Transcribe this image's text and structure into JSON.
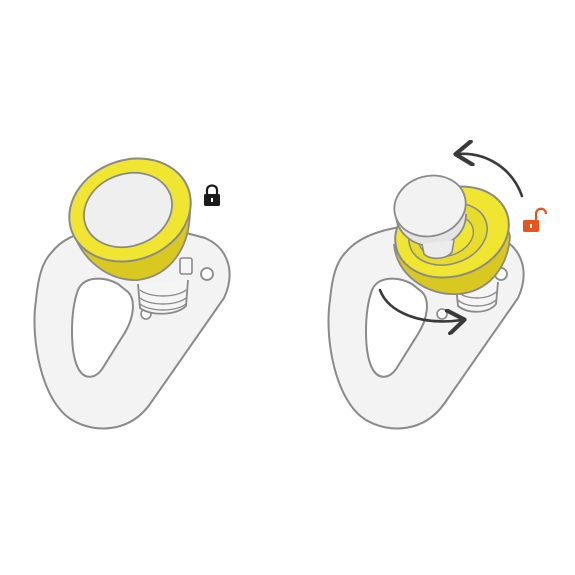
{
  "colors": {
    "background": "#ffffff",
    "outline": "#8a8a8a",
    "plate_fill": "#f3f3f3",
    "knob_yellow": "#f0e530",
    "knob_yellow_shadow": "#d9c81f",
    "knob_face": "#efefef",
    "arrow": "#3a3a3a",
    "locked_icon": "#1a1a1a",
    "unlocked_icon": "#e8541c"
  },
  "panels": [
    {
      "state": "locked",
      "icon": "lock-closed-icon"
    },
    {
      "state": "unlocked",
      "icon": "lock-open-icon",
      "arrows": [
        "rotate-counterclockwise-arrow",
        "insert-arrow"
      ]
    }
  ]
}
